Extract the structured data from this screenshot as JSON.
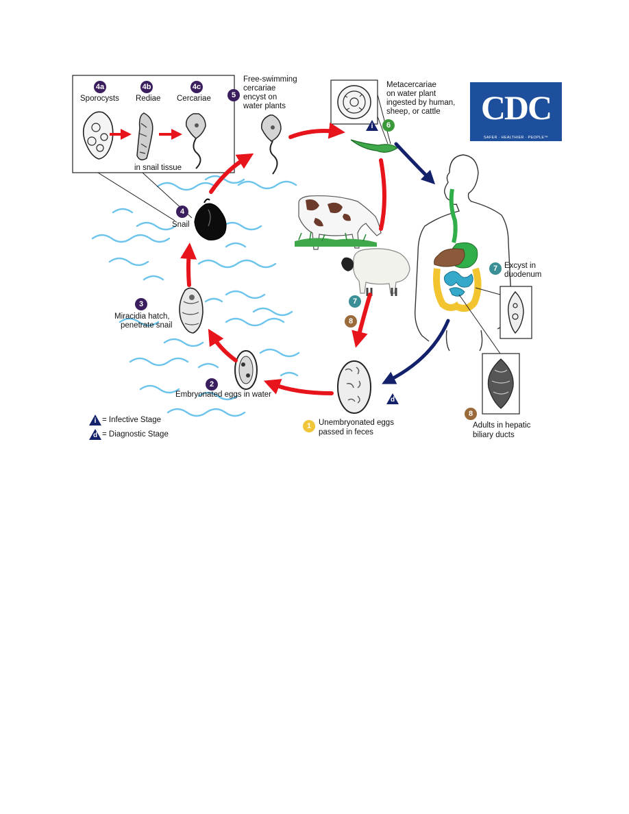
{
  "labels": {
    "stage_4a": "4a",
    "sporocysts": "Sporocysts",
    "stage_4b": "4b",
    "rediae": "Rediae",
    "stage_4c": "4c",
    "cercariae": "Cercariae",
    "in_snail_tissue": "in snail tissue",
    "stage_5": "5",
    "free_swimming_1": "Free-swimming",
    "free_swimming_2": "cercariae",
    "free_swimming_3": "encyst on",
    "free_swimming_4": "water plants",
    "metacercariae_1": "Metacercariae",
    "metacercariae_2": "on water plant",
    "metacercariae_3": "ingested by human,",
    "metacercariae_4": "sheep, or cattle",
    "stage_6": "6",
    "stage_4": "4",
    "snail": "Snail",
    "stage_3": "3",
    "miracidia_1": "Miracidia hatch,",
    "miracidia_2": "penetrate snail",
    "stage_2": "2",
    "embryonated": "Embryonated eggs in water",
    "stage_7_animal": "7",
    "stage_8_animal": "8",
    "stage_7_human": "7",
    "excyst_1": "Excyst in",
    "excyst_2": "duodenum",
    "stage_1": "1",
    "unembryonated_1": "Unembryonated eggs",
    "unembryonated_2": "passed in feces",
    "stage_8_human": "8",
    "adults_1": "Adults in hepatic",
    "adults_2": "biliary ducts",
    "infective_stage": "= Infective Stage",
    "diagnostic_stage": "= Diagnostic Stage",
    "infective_symbol": "i",
    "diagnostic_symbol": "d"
  },
  "logo": {
    "name": "CDC",
    "tagline": "SAFER · HEALTHIER · PEOPLE™"
  },
  "colors": {
    "cycle_arrow": "#e8141b",
    "human_arrow": "#13216b",
    "water": "#6cc4ec",
    "stage_badge": "#3b1e5e",
    "logo_blue": "#1d4f9c"
  }
}
